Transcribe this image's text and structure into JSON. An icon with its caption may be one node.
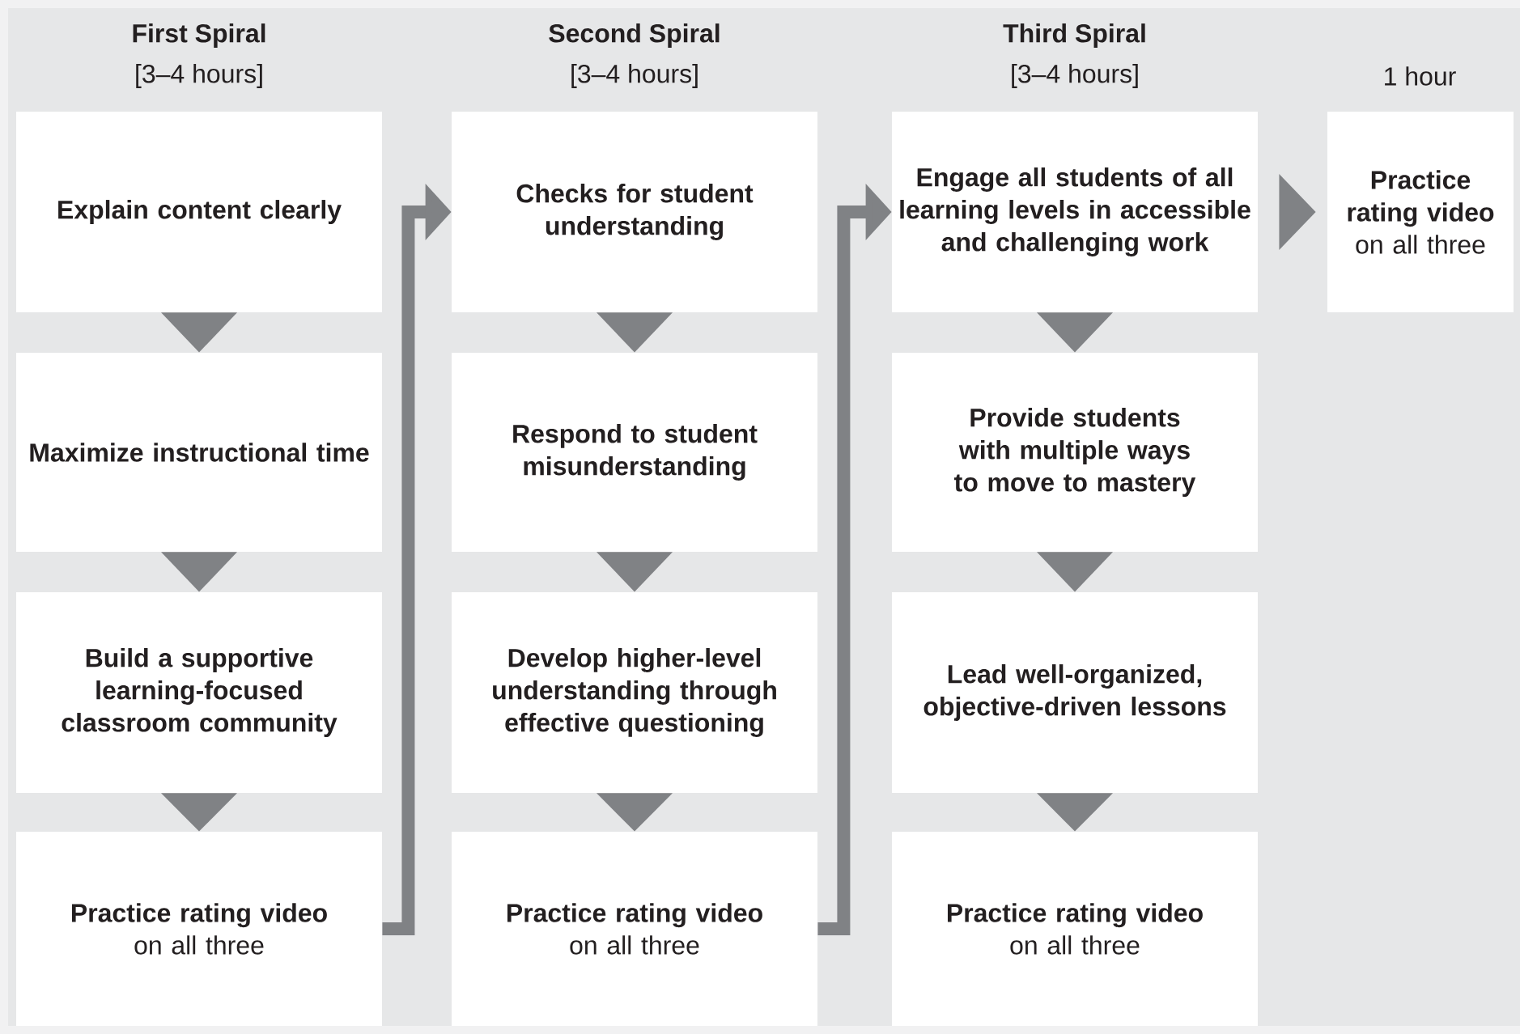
{
  "diagram": {
    "nodes": [
      {
        "text": [
          "Explain content clearly"
        ]
      },
      {
        "text": [
          "Maximize instructional time"
        ]
      },
      {
        "text": [
          "Build a supportive learning-focused classroom community"
        ]
      },
      {
        "text": [
          "Practice rating video",
          "on all three"
        ]
      },
      {
        "text": [
          "Checks for student understanding"
        ]
      },
      {
        "text": [
          "Respond to student misunderstanding"
        ]
      },
      {
        "text": [
          "Develop higher-level understanding through effective questioning"
        ]
      },
      {
        "text": [
          "Practice rating video",
          "on all three"
        ]
      },
      {
        "text": [
          "Engage all students of all learning levels in accessible and challenging work"
        ]
      },
      {
        "text": [
          "Provide students with multiple ways to move to mastery"
        ]
      },
      {
        "text": [
          "Lead well-organized, objective-driven lessons"
        ]
      },
      {
        "text": [
          "Practice rating video",
          "on all three"
        ]
      },
      {
        "text": [
          "Practice rating video",
          "on all three"
        ]
      }
    ],
    "edges": [
      {
        "from": 0,
        "to": 1,
        "arrow": "to"
      },
      {
        "from": 1,
        "to": 2,
        "arrow": "to"
      },
      {
        "from": 2,
        "to": 3,
        "arrow": "to"
      },
      {
        "from": 3,
        "to": 4,
        "arrow": "to"
      },
      {
        "from": 4,
        "to": 5,
        "arrow": "to"
      },
      {
        "from": 5,
        "to": 6,
        "arrow": "to"
      },
      {
        "from": 6,
        "to": 7,
        "arrow": "to"
      },
      {
        "from": 7,
        "to": 8,
        "arrow": "to"
      },
      {
        "from": 8,
        "to": 9,
        "arrow": "to"
      },
      {
        "from": 9,
        "to": 10,
        "arrow": "to"
      },
      {
        "from": 10,
        "to": 11,
        "arrow": "to"
      },
      {
        "from": 8,
        "to": 12,
        "arrow": "to"
      }
    ],
    "labels": [
      "First Spiral",
      "[3–4 hours]",
      "Second Spiral",
      "[3–4 hours]",
      "Third Spiral",
      "[3–4 hours]",
      "1 hour"
    ]
  }
}
